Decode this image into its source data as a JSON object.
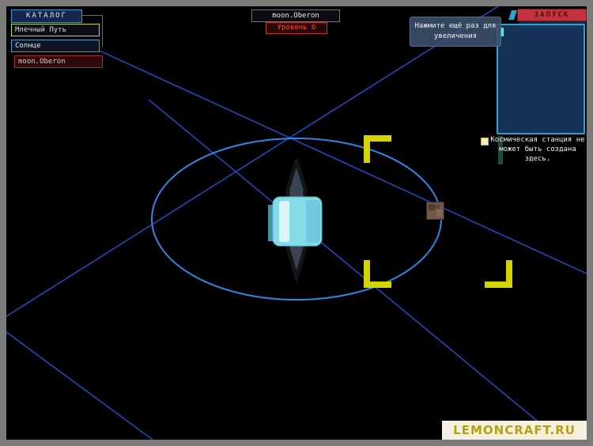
{
  "hud": {
    "catalog": {
      "title": "КАТАЛОГ",
      "items": [
        {
          "label": "Млечный Путь"
        },
        {
          "label": "Солнце"
        },
        {
          "label": "moon.Oberon"
        }
      ]
    },
    "selected_body": {
      "name": "moon.Oberon",
      "level": "Уровень 6"
    },
    "launch": {
      "label": "ЗАПУСК"
    },
    "tooltip": {
      "text": "Нажмите ещё раз для увеличения"
    },
    "warning": {
      "text": "Космическая станция не может быть создана здесь."
    }
  },
  "watermark": {
    "text": "LEMONCRAFT.RU"
  },
  "colors": {
    "accent_cyan": "#2f9fd0",
    "orbit_blue": "#2e86e8",
    "line_blue": "#2850d2",
    "bracket_yellow": "#d4d400",
    "launch_red": "#c2333e",
    "level_red": "#ff4646",
    "panel_navy": "#1d3a63",
    "frame_gray": "#7b7b7b",
    "watermark_gold": "#b3a019",
    "watermark_bg": "#f4f0dd"
  }
}
